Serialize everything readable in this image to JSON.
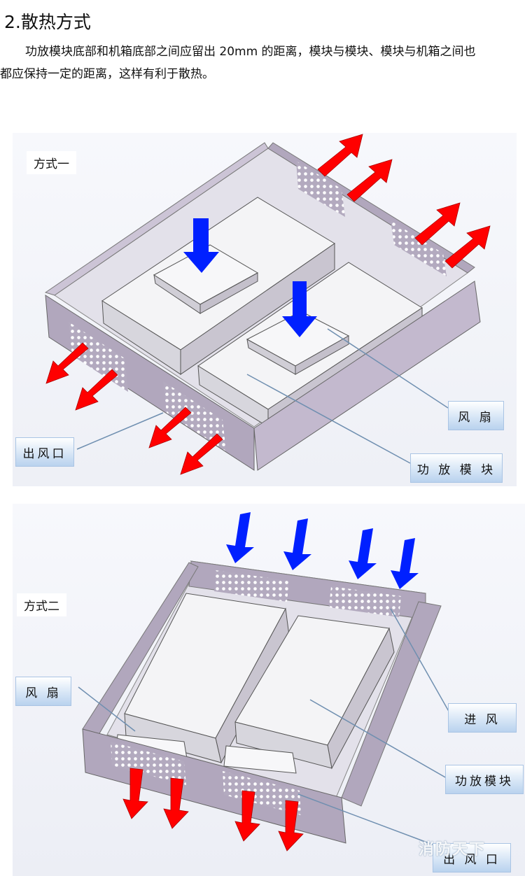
{
  "heading": "2.散热方式",
  "paragraph": {
    "line1": "功放模块底部和机箱底部之间应留出 20mm 的距离，模块与模块、模块与机箱之间也",
    "line2": "都应保持一定的距离，这样有利于散热。"
  },
  "figure1": {
    "title": "方式一",
    "label_fan": "风 扇",
    "label_module": "功 放 模 块",
    "label_outlet": "出风口"
  },
  "figure2": {
    "title": "方式二",
    "label_fan": "风 扇",
    "label_inlet": "进  风",
    "label_module": "功放模块",
    "label_outlet": "出 风 口"
  },
  "watermark": "消防天下",
  "colors": {
    "chassis_wall": "#b1a7bd",
    "block_top": "#f4f4f6",
    "arrow_out": "#ff0000",
    "arrow_in": "#0020ff",
    "leader_line": "#6f8fb0"
  }
}
